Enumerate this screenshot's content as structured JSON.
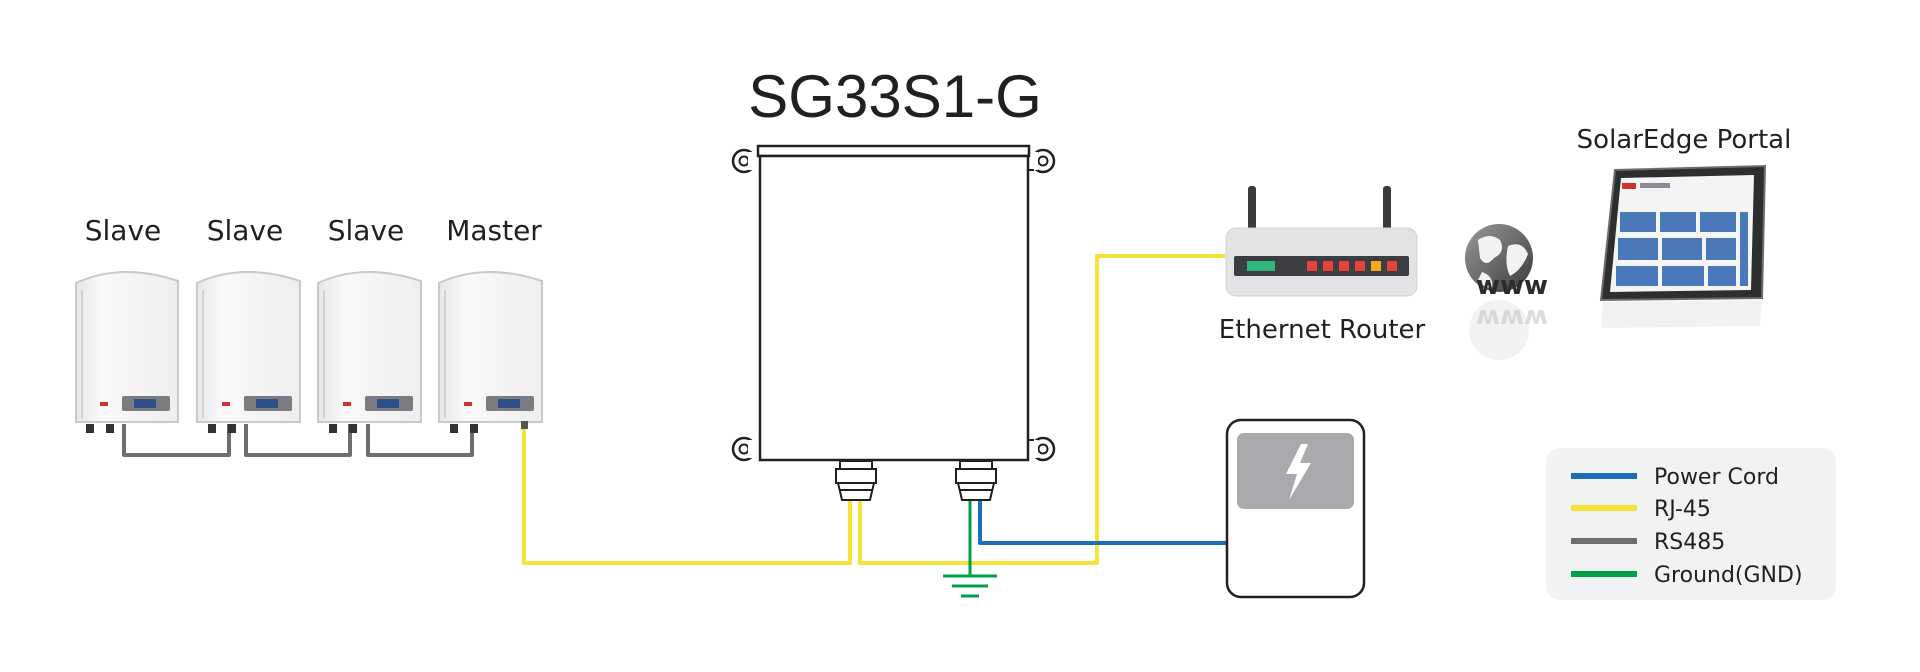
{
  "title": "SG33S1-G",
  "inverters": [
    {
      "label": "Slave"
    },
    {
      "label": "Slave"
    },
    {
      "label": "Slave"
    },
    {
      "label": "Master"
    }
  ],
  "router": {
    "label": "Ethernet Router"
  },
  "www": {
    "text": "www"
  },
  "portal": {
    "label": "SolarEdge Portal"
  },
  "legend": [
    {
      "label": "Power Cord",
      "color": "#1a6fb8"
    },
    {
      "label": "RJ-45",
      "color": "#f4e43a"
    },
    {
      "label": "RS485",
      "color": "#6d6e71"
    },
    {
      "label": "Ground(GND)",
      "color": "#00a04b"
    }
  ],
  "router_leds": [
    "#2eb67d",
    "#e8433a",
    "#e8433a",
    "#e8433a",
    "#e8433a",
    "#f5a623",
    "#e8433a"
  ],
  "meter_icon": "lightning-icon",
  "ground_icon": "ground-symbol-icon"
}
